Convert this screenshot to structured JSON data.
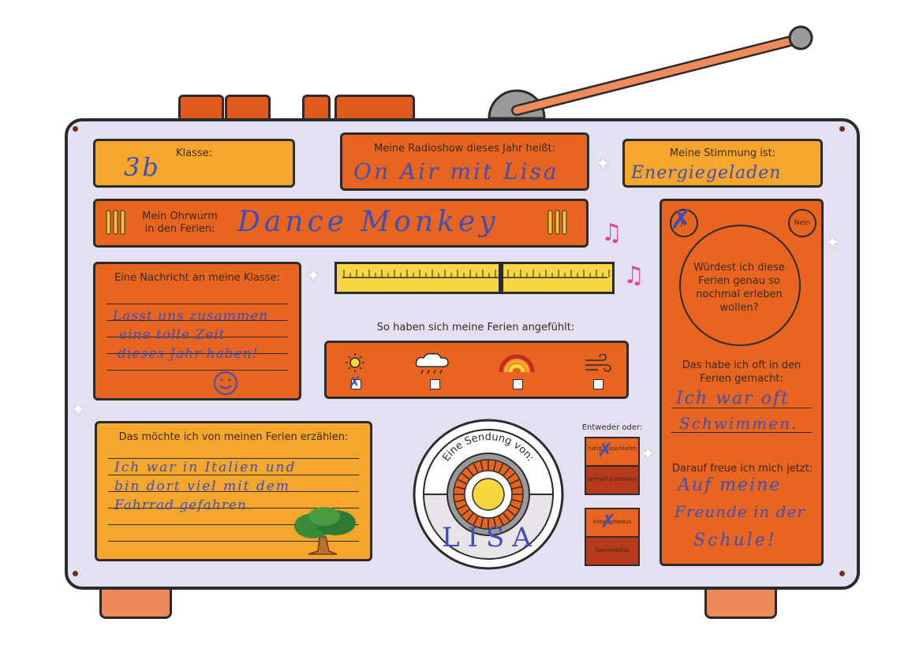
{
  "klasse": {
    "label": "Klasse:",
    "value": "3b"
  },
  "radioshow": {
    "label": "Meine Radioshow dieses Jahr heißt:",
    "value": "On Air mit Lisa"
  },
  "stimmung": {
    "label": "Meine Stimmung ist:",
    "value": "Energiegeladen"
  },
  "ohrwurm": {
    "label_line1": "Mein Ohrwurm",
    "label_line2": "in den Ferien:",
    "value": "Dance Monkey"
  },
  "nachricht": {
    "label": "Eine Nachricht an meine Klasse:",
    "lines": [
      "Lasst uns zusammen",
      "eine tolle Zeit",
      "dieses Jahr haben!"
    ]
  },
  "gefuehlt": {
    "label": "So haben sich meine Ferien angefühlt:",
    "options": [
      {
        "icon": "sun-icon",
        "checked": true
      },
      {
        "icon": "rain-cloud-icon",
        "checked": false
      },
      {
        "icon": "rainbow-icon",
        "checked": false
      },
      {
        "icon": "wind-icon",
        "checked": false
      }
    ]
  },
  "erzaehlen": {
    "label": "Das möchte ich von meinen Ferien erzählen:",
    "lines": [
      "Ich war in Italien und",
      "bin dort viel mit dem",
      "Fahrrad gefahren."
    ]
  },
  "sendung": {
    "label": "Eine Sendung von:",
    "value": "LISA"
  },
  "entweder": {
    "label": "Entweder oder:",
    "pair1": {
      "top": "ruhig ausschlafen",
      "bottom": "schnell aufstehen",
      "top_checked": true
    },
    "pair2": {
      "top": "Kreativmodus",
      "bottom": "Sportmodus",
      "top_checked": true
    }
  },
  "rechts": {
    "ja": "Ja",
    "nein": "Nein",
    "ja_checked": true,
    "frage": "Würdest ich diese Ferien genau so nochmal erleben wollen?",
    "oft_label": "Das habe ich oft in den Ferien gemacht:",
    "oft_lines": [
      "Ich war oft",
      "Schwimmen."
    ],
    "freue_label": "Darauf freue ich mich jetzt:",
    "freue_lines": [
      "Auf meine",
      "Freunde in der",
      "Schule!"
    ]
  },
  "colors": {
    "body": "#e5dff2",
    "orange": "#e8651f",
    "yellow": "#f6a62b",
    "ink": "#3d4fb8"
  }
}
